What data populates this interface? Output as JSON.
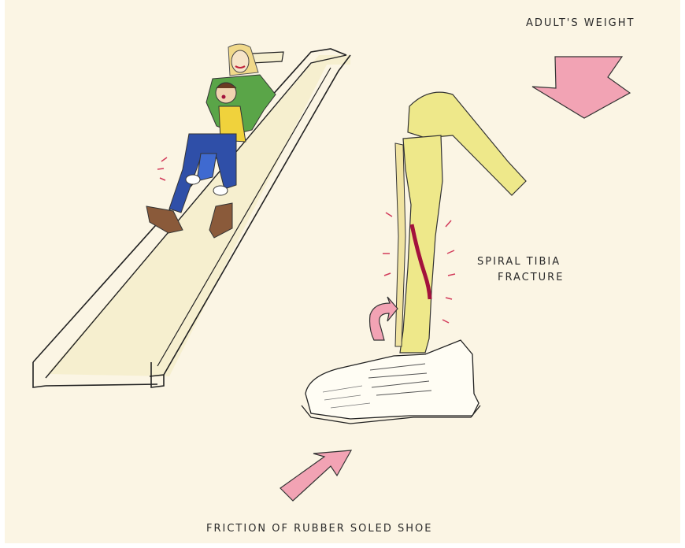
{
  "labels": {
    "adult_weight": "ADULT'S  WEIGHT",
    "fracture_line1": "SPIRAL TIBIA",
    "fracture_line2": "FRACTURE",
    "friction": "FRICTION  OF  RUBBER SOLED  SHOE"
  },
  "colors": {
    "paper": "#fbf5e4",
    "arrow": "#f2a3b4",
    "bone": "#eee88a",
    "fracture": "#a3123c",
    "jacket": "#5aa548",
    "jeans": "#2f4fa8",
    "shoe_brown": "#8a5a3a"
  }
}
